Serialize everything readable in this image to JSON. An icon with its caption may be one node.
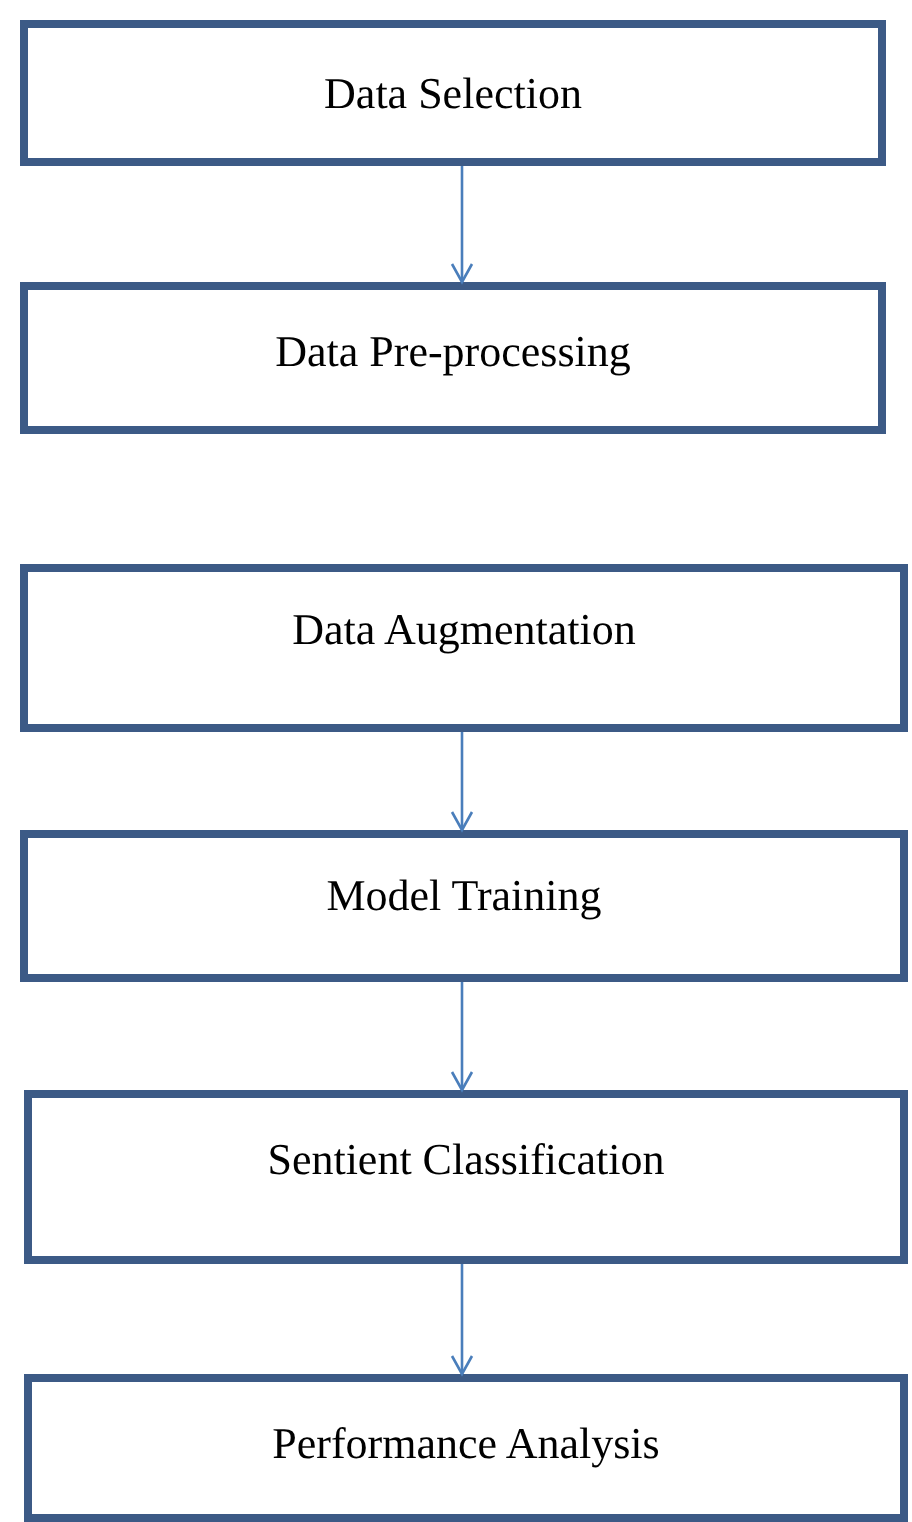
{
  "diagram": {
    "nodes": [
      {
        "text": [
          "Data Selection"
        ]
      },
      {
        "text": [
          "Data Pre-processing"
        ]
      },
      {
        "text": [
          "Data Augmentation"
        ]
      },
      {
        "text": [
          "Model Training"
        ]
      },
      {
        "text": [
          "Sentient Classification"
        ]
      },
      {
        "text": [
          "Performance Analysis"
        ]
      }
    ],
    "edges": [
      {
        "from": 0,
        "to": 1,
        "arrow": "to"
      },
      {
        "from": 2,
        "to": 3,
        "arrow": "to"
      },
      {
        "from": 3,
        "to": 4,
        "arrow": "to"
      },
      {
        "from": 4,
        "to": 5,
        "arrow": "to"
      }
    ]
  }
}
